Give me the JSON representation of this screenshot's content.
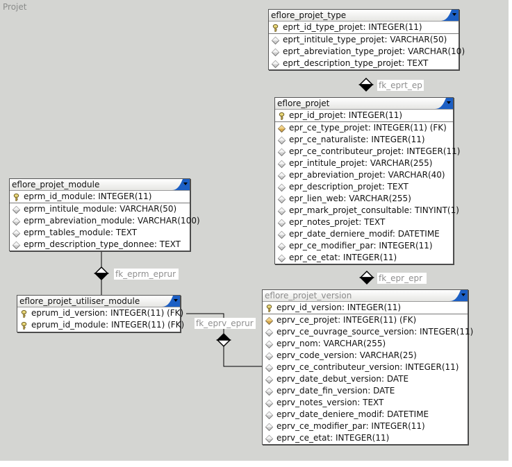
{
  "diagram": {
    "group_title": "Projet",
    "tables": [
      {
        "id": "eflore_projet_type",
        "name": "eflore_projet_type",
        "header_dimmed": false,
        "primary_keys": [
          {
            "icon": "key-icon",
            "text": "eprt_id_type_projet: INTEGER(11)"
          }
        ],
        "columns": [
          {
            "icon": "column-icon",
            "text": "eprt_intitule_type_projet: VARCHAR(50)"
          },
          {
            "icon": "column-icon",
            "text": "eprt_abreviation_type_projet: VARCHAR(10)"
          },
          {
            "icon": "column-icon",
            "text": "eprt_description_type_projet: TEXT"
          }
        ]
      },
      {
        "id": "eflore_projet",
        "name": "eflore_projet",
        "header_dimmed": false,
        "primary_keys": [
          {
            "icon": "key-icon",
            "text": "epr_id_projet: INTEGER(11)"
          }
        ],
        "columns": [
          {
            "icon": "foreign-key-icon",
            "text": "epr_ce_type_projet: INTEGER(11) (FK)"
          },
          {
            "icon": "column-icon",
            "text": "epr_ce_naturaliste: INTEGER(11)"
          },
          {
            "icon": "column-icon",
            "text": "epr_ce_contributeur_projet: INTEGER(11)"
          },
          {
            "icon": "column-icon",
            "text": "epr_intitule_projet: VARCHAR(255)"
          },
          {
            "icon": "column-icon",
            "text": "epr_abreviation_projet: VARCHAR(40)"
          },
          {
            "icon": "column-icon",
            "text": "epr_description_projet: TEXT"
          },
          {
            "icon": "column-icon",
            "text": "epr_lien_web: VARCHAR(255)"
          },
          {
            "icon": "column-icon",
            "text": "epr_mark_projet_consultable: TINYINT(1)"
          },
          {
            "icon": "column-icon",
            "text": "epr_notes_projet: TEXT"
          },
          {
            "icon": "column-icon",
            "text": "epr_date_derniere_modif: DATETIME"
          },
          {
            "icon": "column-icon",
            "text": "epr_ce_modifier_par: INTEGER(11)"
          },
          {
            "icon": "column-icon",
            "text": "epr_ce_etat: INTEGER(11)"
          }
        ]
      },
      {
        "id": "eflore_projet_module",
        "name": "eflore_projet_module",
        "header_dimmed": false,
        "primary_keys": [
          {
            "icon": "key-icon",
            "text": "eprm_id_module: INTEGER(11)"
          }
        ],
        "columns": [
          {
            "icon": "column-icon",
            "text": "eprm_intitule_module: VARCHAR(50)"
          },
          {
            "icon": "column-icon",
            "text": "eprm_abreviation_module: VARCHAR(100)"
          },
          {
            "icon": "column-icon",
            "text": "eprm_tables_module: TEXT"
          },
          {
            "icon": "column-icon",
            "text": "eprm_description_type_donnee: TEXT"
          }
        ]
      },
      {
        "id": "eflore_projet_utiliser_module",
        "name": "eflore_projet_utiliser_module",
        "header_dimmed": false,
        "primary_keys": [
          {
            "icon": "key-icon",
            "text": "eprum_id_version: INTEGER(11) (FK)"
          },
          {
            "icon": "key-icon",
            "text": "eprum_id_module: INTEGER(11) (FK)"
          }
        ],
        "columns": []
      },
      {
        "id": "eflore_projet_version",
        "name": "eflore_projet_version",
        "header_dimmed": true,
        "primary_keys": [
          {
            "icon": "key-icon",
            "text": "eprv_id_version: INTEGER(11)"
          }
        ],
        "columns": [
          {
            "icon": "foreign-key-icon",
            "text": "eprv_ce_projet: INTEGER(11) (FK)"
          },
          {
            "icon": "column-icon",
            "text": "eprv_ce_ouvrage_source_version: INTEGER(11)"
          },
          {
            "icon": "column-icon",
            "text": "eprv_nom: VARCHAR(255)"
          },
          {
            "icon": "column-icon",
            "text": "eprv_code_version: VARCHAR(25)"
          },
          {
            "icon": "column-icon",
            "text": "eprv_ce_contributeur_version: INTEGER(11)"
          },
          {
            "icon": "column-icon",
            "text": "eprv_date_debut_version: DATE"
          },
          {
            "icon": "column-icon",
            "text": "eprv_date_fin_version: DATE"
          },
          {
            "icon": "column-icon",
            "text": "eprv_notes_version: TEXT"
          },
          {
            "icon": "column-icon",
            "text": "eprv_date_deniere_modif: DATETIME"
          },
          {
            "icon": "column-icon",
            "text": "eprv_ce_modifier_par: INTEGER(11)"
          },
          {
            "icon": "column-icon",
            "text": "eprv_ce_etat: INTEGER(11)"
          }
        ]
      }
    ],
    "relationships": [
      {
        "id": "fk_eprt_epr",
        "label": "fk_eprt_ep",
        "from": "eflore_projet_type",
        "to": "eflore_projet"
      },
      {
        "id": "fk_epr_eprv",
        "label": "fk_epr_epr",
        "from": "eflore_projet",
        "to": "eflore_projet_version"
      },
      {
        "id": "fk_eprm_eprum",
        "label": "fk_eprm_eprur",
        "from": "eflore_projet_module",
        "to": "eflore_projet_utiliser_module"
      },
      {
        "id": "fk_eprv_eprum",
        "label": "fk_eprv_eprur",
        "from": "eflore_projet_version",
        "to": "eflore_projet_utiliser_module"
      }
    ],
    "colors": {
      "canvas": "#d4d5d2",
      "header_corner_accent": "#1c5fc4",
      "label_text": "#8f8f8f"
    }
  }
}
